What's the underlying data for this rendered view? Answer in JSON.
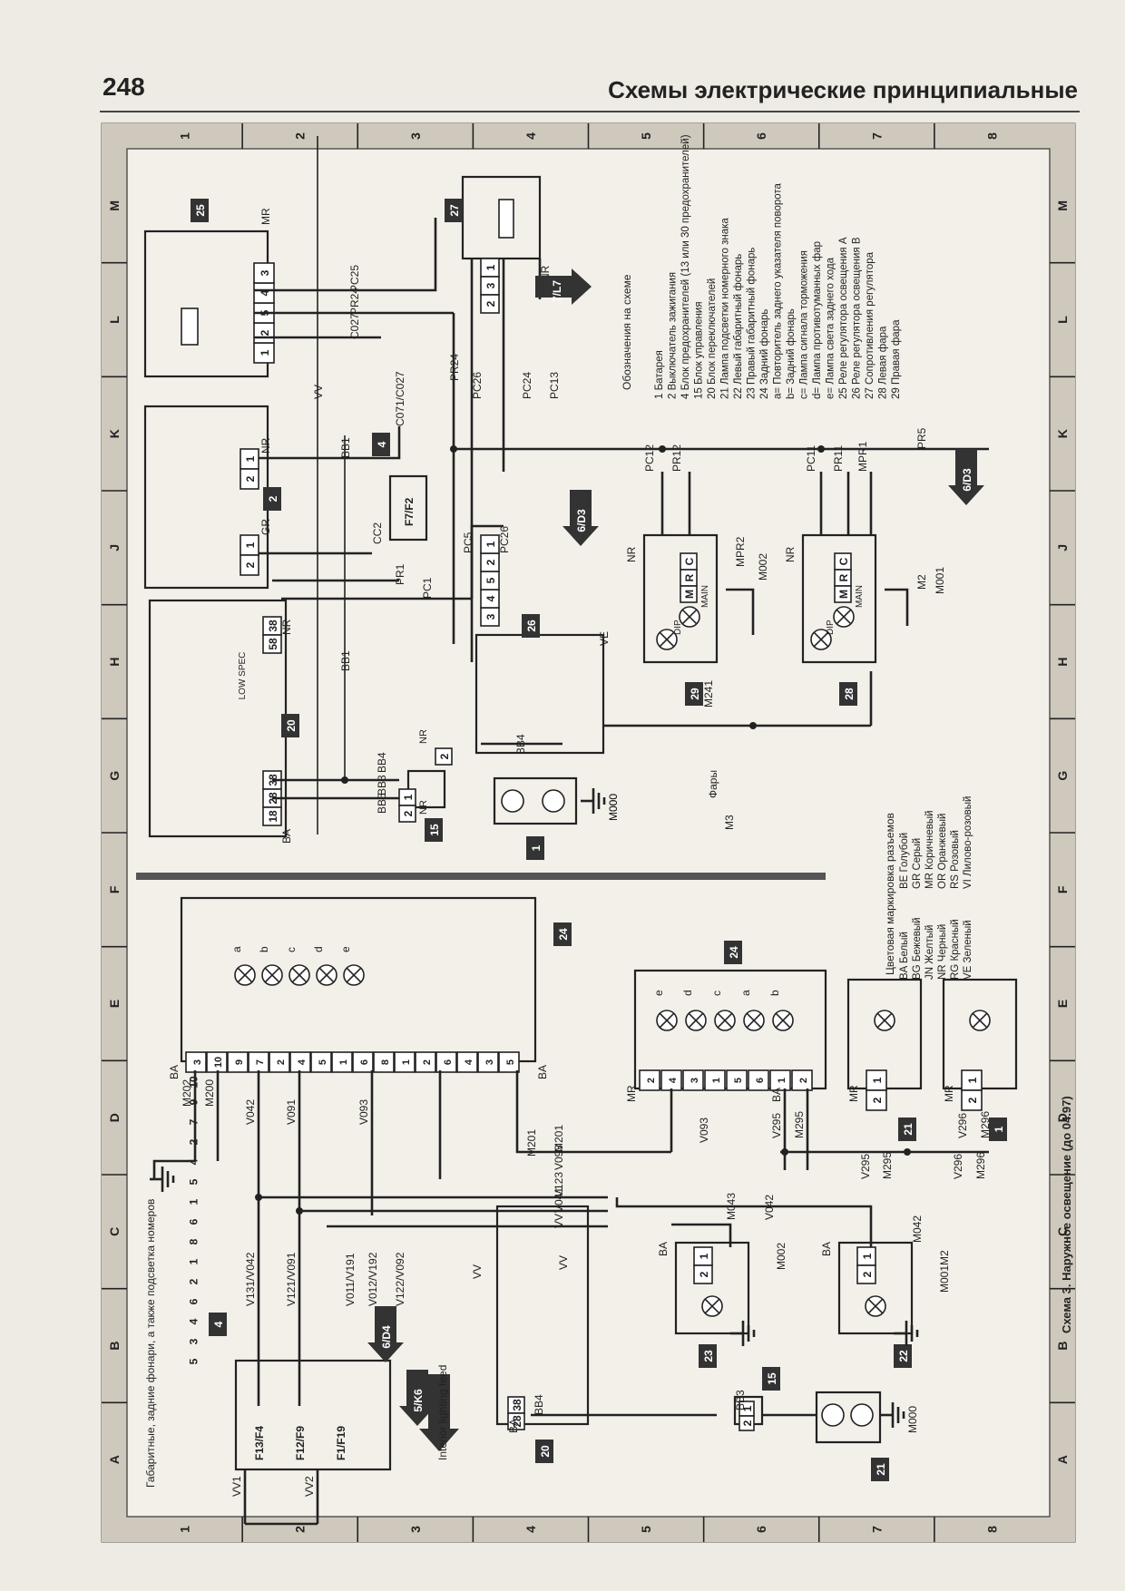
{
  "page": {
    "number": "248",
    "header": "Схемы электрические принципиальные"
  },
  "grid": {
    "numbers": [
      "1",
      "2",
      "3",
      "4",
      "5",
      "6",
      "7",
      "8"
    ],
    "letters": [
      "A",
      "B",
      "C",
      "D",
      "E",
      "F",
      "G",
      "H",
      "J",
      "K",
      "L",
      "M"
    ]
  },
  "diagram": {
    "caption": "Схема 3. Наружное освещение (до 04.97)",
    "lower_title": "Габаритные, задние фонари, а также подсветка номеров",
    "upper_title": "Фары",
    "legend_title": "Обозначения на схеме",
    "legend_items": [
      "1 Батарея",
      "2 Выключатель зажигания",
      "4 Блок предохранителей (13 или 30 предохранителей)",
      "15 Блок управления",
      "20 Блок переключателей",
      "21 Лампа подсветки номерного знака",
      "22 Левый габаритный фонарь",
      "23 Правый габаритный фонарь",
      "24 Задний фонарь",
      "a= Повторитель заднего указателя поворота",
      "b= Задний фонарь",
      "c= Лампа сигнала торможения",
      "d= Лампа противотуманных фар",
      "e= Лампа света заднего хода",
      "25 Реле регулятора освещения A",
      "26 Реле регулятора освещения B",
      "27 Сопротивления регулятора",
      "28 Левая фара",
      "29 Правая фара"
    ],
    "color_code_title": "Цветовая маркировка разъемов",
    "color_codes_left": [
      "BA Белый",
      "BG Бежевый",
      "JN Желтый",
      "NR Черный",
      "RG Красный",
      "VE Зеленый"
    ],
    "color_codes_right": [
      "BE Голубой",
      "GR Серый",
      "MR Коричневый",
      "OR Оранжевый",
      "RS Розовый",
      "VI Лилово-розовый"
    ],
    "component_tags": [
      "25",
      "2",
      "20",
      "15",
      "1",
      "4",
      "27",
      "26",
      "29",
      "28",
      "24",
      "23",
      "22",
      "21",
      "24",
      "4",
      "20",
      "15",
      "1",
      "21"
    ],
    "wire_labels_upper": [
      "PC25",
      "PR24",
      "C027",
      "VV",
      "C071/C027",
      "PR24",
      "PC26",
      "PC24",
      "PC13",
      "CC2",
      "PR1",
      "PC1",
      "PC5",
      "PC26",
      "BB1",
      "BB1",
      "BB4",
      "BB3",
      "BB5",
      "BB4",
      "M241",
      "M3",
      "PC12",
      "PR12",
      "PC11",
      "PR11",
      "MPR1",
      "PR5",
      "MPR2",
      "M002",
      "M2",
      "M001",
      "M000"
    ],
    "wire_labels_lower": [
      "M202",
      "M200",
      "V042",
      "V091",
      "V093",
      "M201",
      "V093",
      "V123",
      "V041",
      "VV",
      "V042",
      "M042",
      "V131/V042",
      "V121/V091",
      "V011/V191",
      "V012/V192",
      "V122/V092",
      "VV",
      "VV",
      "VV1",
      "VV2",
      "BB4",
      "BB3",
      "M000",
      "M043",
      "M002",
      "M2",
      "M001",
      "V295",
      "M295",
      "V296",
      "M296",
      "V295",
      "M295",
      "V296",
      "M296",
      "M201",
      "V093"
    ],
    "arrows": [
      "7/L7",
      "6/D3",
      "6/D3",
      "6/D4",
      "5/K6",
      "Interior lighting feed"
    ],
    "fuse_labels_upper": [
      "F7/F2"
    ],
    "fuse_labels_lower": [
      "F13/F4",
      "F12/F9",
      "F1/F19"
    ],
    "relay_terms": [
      "DIP",
      "MAIN",
      "C",
      "R",
      "M",
      "LOW SPEC"
    ],
    "lamp_letters": [
      "a",
      "b",
      "c",
      "d",
      "e"
    ],
    "connector_colors": [
      "MR",
      "NR",
      "GR",
      "BA",
      "VE"
    ]
  }
}
